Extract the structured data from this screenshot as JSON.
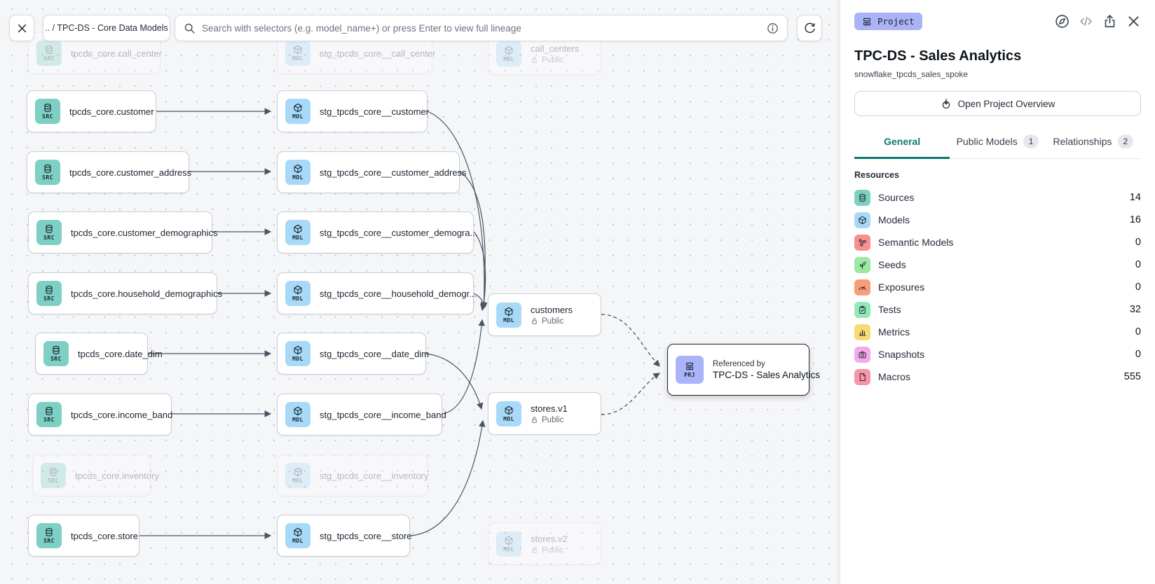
{
  "toolbar": {
    "breadcrumb": ".. / TPC-DS - Core Data Models",
    "search_placeholder": "Search with selectors (e.g. model_name+) or press Enter to view full lineage"
  },
  "canvas": {
    "nodes": [
      {
        "label": "tpcds_core.call_center",
        "type_label": "SRC",
        "faded": true
      },
      {
        "label": "stg_tpcds_core__call_center",
        "type_label": "MDL",
        "faded": true
      },
      {
        "label": "call_centers",
        "type_label": "MDL",
        "access": "Public",
        "faded": true
      },
      {
        "label": "tpcds_core.customer",
        "type_label": "SRC"
      },
      {
        "label": "stg_tpcds_core__customer",
        "type_label": "MDL"
      },
      {
        "label": "tpcds_core.customer_address",
        "type_label": "SRC"
      },
      {
        "label": "stg_tpcds_core__customer_address",
        "type_label": "MDL"
      },
      {
        "label": "tpcds_core.customer_demographics",
        "type_label": "SRC"
      },
      {
        "label": "stg_tpcds_core__customer_demogra...",
        "type_label": "MDL"
      },
      {
        "label": "tpcds_core.household_demographics",
        "type_label": "SRC"
      },
      {
        "label": "stg_tpcds_core__household_demogr...",
        "type_label": "MDL"
      },
      {
        "label": "tpcds_core.date_dim",
        "type_label": "SRC"
      },
      {
        "label": "stg_tpcds_core__date_dim",
        "type_label": "MDL"
      },
      {
        "label": "tpcds_core.income_band",
        "type_label": "SRC"
      },
      {
        "label": "stg_tpcds_core__income_band",
        "type_label": "MDL"
      },
      {
        "label": "tpcds_core.inventory",
        "type_label": "SRC",
        "faded": true
      },
      {
        "label": "stg_tpcds_core__inventory",
        "type_label": "MDL",
        "faded": true
      },
      {
        "label": "tpcds_core.store",
        "type_label": "SRC"
      },
      {
        "label": "stg_tpcds_core__store",
        "type_label": "MDL"
      },
      {
        "label": "customers",
        "type_label": "MDL",
        "access": "Public"
      },
      {
        "label": "stores.v1",
        "type_label": "MDL",
        "access": "Public"
      },
      {
        "label": "stores.v2",
        "type_label": "MDL",
        "access": "Public",
        "faded": true
      }
    ],
    "referenced_by": {
      "caption": "Referenced by",
      "label": "TPC-DS - Sales Analytics",
      "type_label": "PRJ"
    }
  },
  "panel": {
    "badge": "Project",
    "title": "TPC-DS - Sales Analytics",
    "subtitle": "snowflake_tpcds_sales_spoke",
    "overview_button": "Open Project Overview",
    "tabs": [
      {
        "label": "General",
        "active": true
      },
      {
        "label": "Public Models",
        "count": "1"
      },
      {
        "label": "Relationships",
        "count": "2"
      }
    ],
    "resources_header": "Resources",
    "resources": [
      {
        "name": "Sources",
        "value": "14",
        "color": "#7ed0c5"
      },
      {
        "name": "Models",
        "value": "16",
        "color": "#a9d9f8"
      },
      {
        "name": "Semantic Models",
        "value": "0",
        "color": "#f8908f"
      },
      {
        "name": "Seeds",
        "value": "0",
        "color": "#9ee89f"
      },
      {
        "name": "Exposures",
        "value": "0",
        "color": "#f89d78"
      },
      {
        "name": "Tests",
        "value": "32",
        "color": "#93e9b8"
      },
      {
        "name": "Metrics",
        "value": "0",
        "color": "#f8d972"
      },
      {
        "name": "Snapshots",
        "value": "0",
        "color": "#f3aaeb"
      },
      {
        "name": "Macros",
        "value": "555",
        "color": "#f794a6"
      }
    ]
  },
  "colors": {
    "source_icon_bg": "#7ed0c5",
    "model_icon_bg": "#a9d9f8",
    "project_icon_bg": "#aab4f8",
    "active_tab": "#0d7a6e",
    "edge": "#4a5561"
  }
}
